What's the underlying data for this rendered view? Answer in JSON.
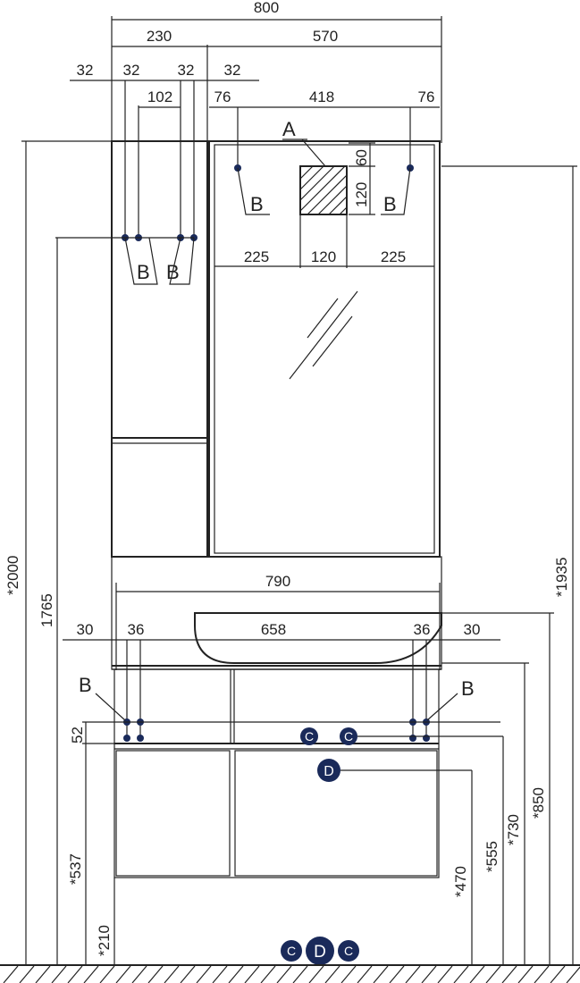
{
  "drawing": {
    "top_dims": {
      "overall_width": "800",
      "left_width": "230",
      "right_width": "570",
      "left_32_a": "32",
      "left_32_b": "32",
      "left_32_c": "32",
      "left_32_d": "32",
      "left_102": "102",
      "mirror_76_left": "76",
      "mirror_418": "418",
      "mirror_76_right": "76",
      "mirror_225_left": "225",
      "mirror_120_mid": "120",
      "mirror_225_right": "225",
      "lamp_60": "60",
      "lamp_120": "120"
    },
    "labels": {
      "a": "A",
      "b_mirror_left": "B",
      "b_mirror_right": "B",
      "b_cab_1": "B",
      "b_cab_2": "B",
      "b_vanity_left": "B",
      "b_vanity_right": "B"
    },
    "vanity_dims": {
      "width_790": "790",
      "d30_left": "30",
      "d36_left": "36",
      "d658": "658",
      "d36_right": "36",
      "d30_right": "30",
      "d52": "52"
    },
    "height_dims": {
      "h2000": "*2000",
      "h1765": "1765",
      "h537": "*537",
      "h210": "*210",
      "h1935": "*1935",
      "h850": "*850",
      "h730": "*730",
      "h555": "*555",
      "h470": "*470"
    },
    "connectors": {
      "c1": "C",
      "c2": "C",
      "d1": "D",
      "c3": "C",
      "d2": "D",
      "c4": "C"
    }
  }
}
